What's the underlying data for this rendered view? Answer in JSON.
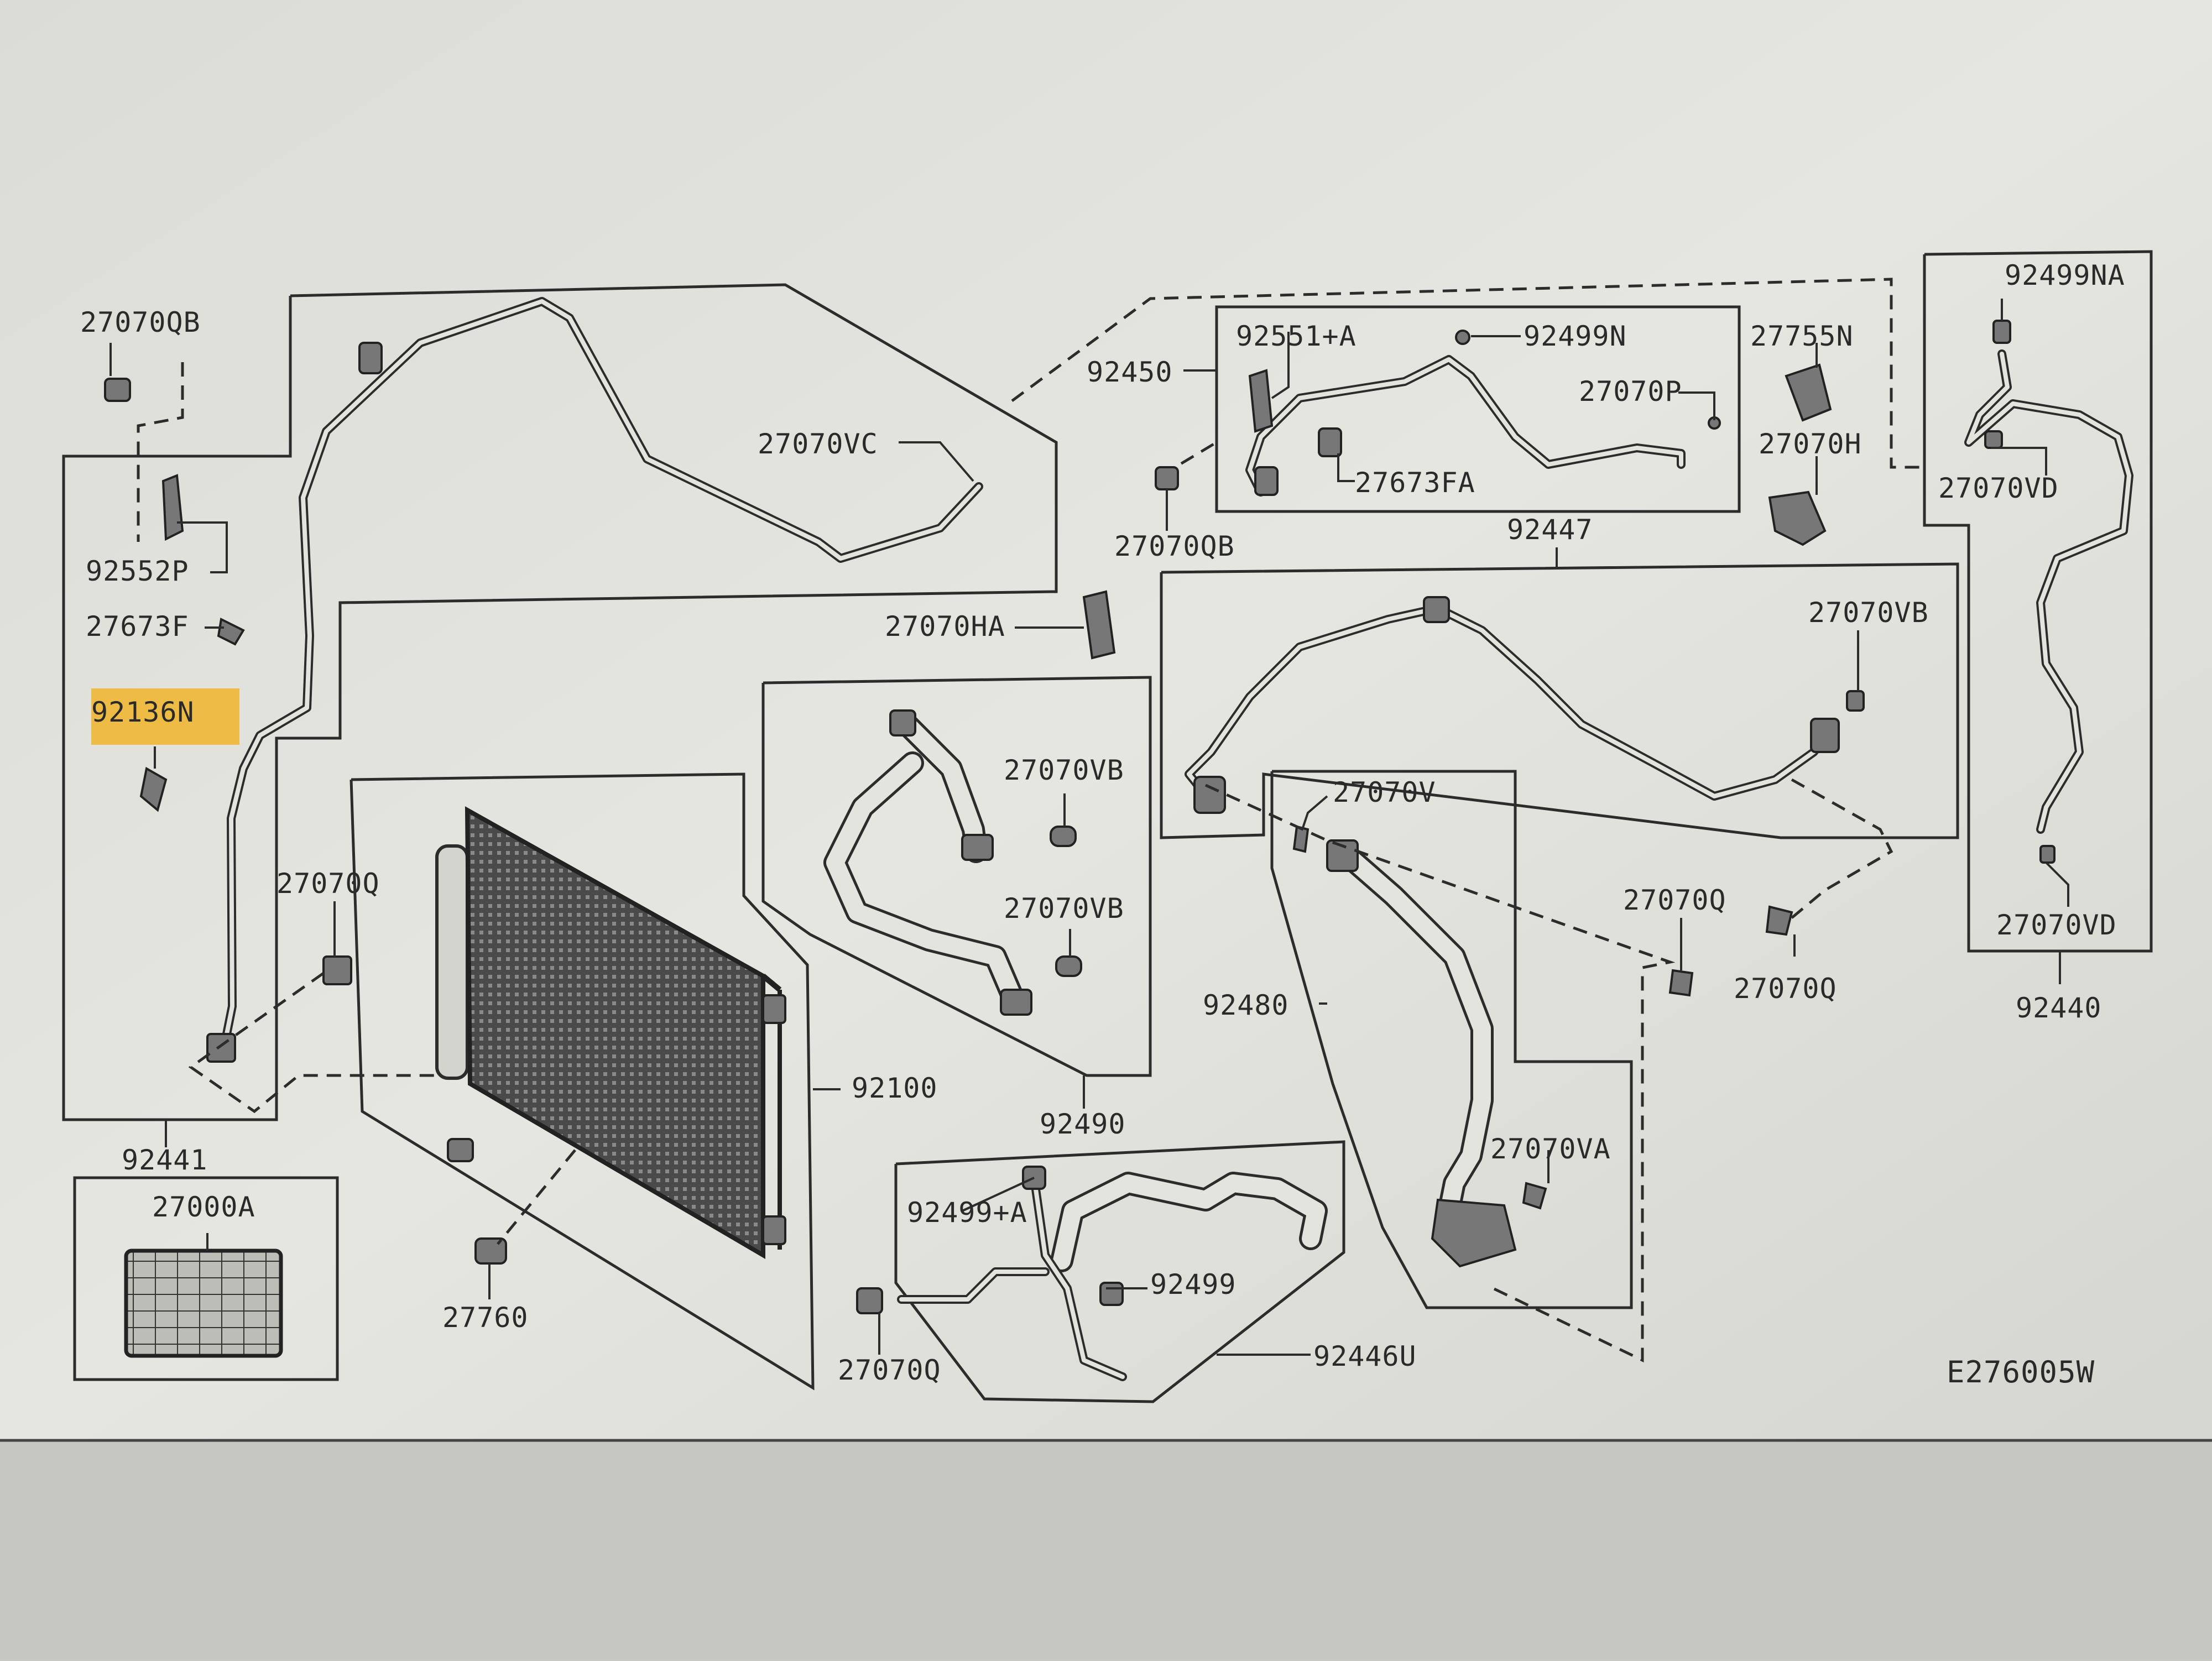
{
  "diagram": {
    "code": "E276005W",
    "highlight_color": "#f0b429",
    "labels": [
      "27070QB",
      "92552P",
      "27673F",
      "92136N",
      "27070Q",
      "92441",
      "27000A",
      "27760",
      "27070VC",
      "92100",
      "27070HA",
      "27070VB",
      "27070VB",
      "92490",
      "92499+A",
      "92499",
      "27070Q",
      "92446U",
      "92450",
      "92551+A",
      "92499N",
      "27070P",
      "27673FA",
      "27070QB",
      "27755N",
      "27070H",
      "92447",
      "27070VB",
      "27070V",
      "92480",
      "27070VA",
      "27070Q",
      "27070Q",
      "92499NA",
      "27070VD",
      "27070VD",
      "92440"
    ]
  }
}
